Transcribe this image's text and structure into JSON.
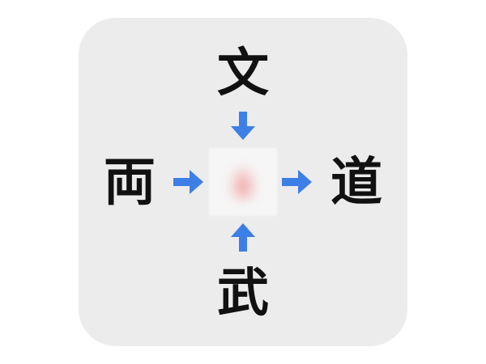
{
  "puzzle": {
    "top": "文",
    "left": "両",
    "right": "道",
    "bottom": "武"
  },
  "colors": {
    "card": "#ececec",
    "arrow": "#3d7fe6",
    "hidden_answer_tint": "#f08c8c"
  },
  "icons": [
    "arrow-down-icon",
    "arrow-right-icon",
    "arrow-right-icon",
    "arrow-up-icon"
  ]
}
